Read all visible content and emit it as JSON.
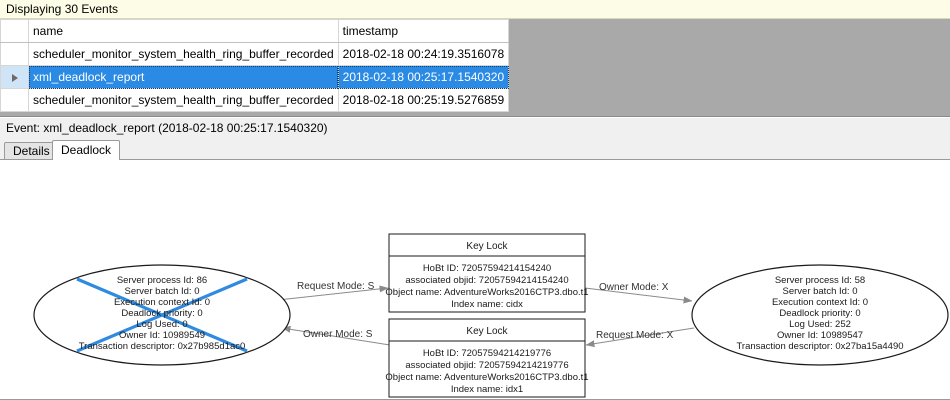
{
  "status_bar": {
    "text": "Displaying 30 Events"
  },
  "events_grid": {
    "columns": [
      "",
      "name",
      "timestamp"
    ],
    "rows": [
      {
        "selector": "",
        "name": "scheduler_monitor_system_health_ring_buffer_recorded",
        "timestamp": "2018-02-18 00:24:19.3516078",
        "selected": false
      },
      {
        "selector": "row-arrow",
        "name": "xml_deadlock_report",
        "timestamp": "2018-02-18 00:25:17.1540320",
        "selected": true
      },
      {
        "selector": "",
        "name": "scheduler_monitor_system_health_ring_buffer_recorded",
        "timestamp": "2018-02-18 00:25:19.5276859",
        "selected": false
      }
    ]
  },
  "event_caption": {
    "text": "Event: xml_deadlock_report (2018-02-18 00:25:17.1540320)"
  },
  "tabs": [
    {
      "id": "details",
      "label": "Details",
      "active": false
    },
    {
      "id": "deadlock",
      "label": "Deadlock",
      "active": true
    }
  ],
  "deadlock_graph": {
    "victim_marker_color": "#2f8ae0",
    "processes": [
      {
        "id": "process-left",
        "victim": true,
        "lines": [
          "Server process Id: 86",
          "Server batch Id: 0",
          "Execution context Id: 0",
          "Deadlock priority: 0",
          "Log Used: 0",
          "Owner Id: 10989549",
          "Transaction descriptor: 0x27b985d1ac0"
        ]
      },
      {
        "id": "process-right",
        "victim": false,
        "lines": [
          "Server process Id: 58",
          "Server batch Id: 0",
          "Execution context Id: 0",
          "Deadlock priority: 0",
          "Log Used: 252",
          "Owner Id: 10989547",
          "Transaction descriptor: 0x27ba15a4490"
        ]
      }
    ],
    "resources": [
      {
        "id": "keylock-top",
        "title": "Key Lock",
        "lines": [
          "HoBt ID: 72057594214154240",
          "associated objid: 72057594214154240",
          "Object name: AdventureWorks2016CTP3.dbo.t1",
          "Index name: cidx"
        ]
      },
      {
        "id": "keylock-bottom",
        "title": "Key Lock",
        "lines": [
          "HoBt ID: 72057594214219776",
          "associated objid: 72057594214219776",
          "Object name: AdventureWorks2016CTP3.dbo.t1",
          "Index name: idx1"
        ]
      }
    ],
    "edges": [
      {
        "id": "edge-request-s",
        "label": "Request Mode: S",
        "direction": "right"
      },
      {
        "id": "edge-owner-s",
        "label": "Owner Mode: S",
        "direction": "left"
      },
      {
        "id": "edge-owner-x",
        "label": "Owner Mode: X",
        "direction": "right"
      },
      {
        "id": "edge-request-x",
        "label": "Request Mode: X",
        "direction": "left"
      }
    ]
  }
}
